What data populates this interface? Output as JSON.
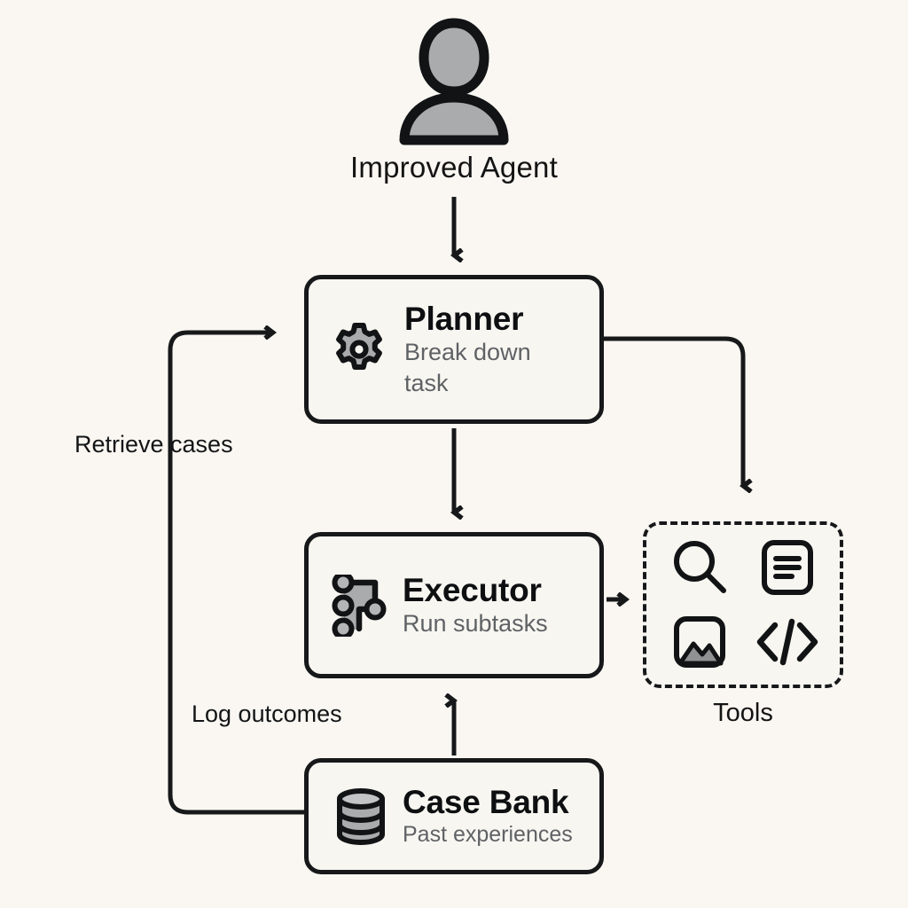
{
  "diagram": {
    "title": "Improved Agent",
    "background_color": "#faf7f2",
    "stroke_color": "#16181a",
    "icon_fill_color": "#a9abad",
    "subtitle_color": "#5f6265"
  },
  "agent": {
    "label": "Improved Agent",
    "icon": "person-icon"
  },
  "nodes": [
    {
      "id": "planner",
      "title": "Planner",
      "subtitle": "Break down task",
      "subtitle_line1": "Break down",
      "subtitle_line2": "task",
      "icon": "gear-icon"
    },
    {
      "id": "executor",
      "title": "Executor",
      "subtitle": "Run subtasks",
      "icon": "workflow-icon"
    },
    {
      "id": "case_bank",
      "title": "Case Bank",
      "subtitle": "Past experiences",
      "icon": "database-icon"
    }
  ],
  "tools": {
    "caption": "Tools",
    "items": [
      {
        "id": "search",
        "icon": "search-icon"
      },
      {
        "id": "document",
        "icon": "document-icon"
      },
      {
        "id": "image",
        "icon": "image-icon"
      },
      {
        "id": "code",
        "icon": "code-icon"
      }
    ]
  },
  "edges": [
    {
      "from": "agent",
      "to": "planner",
      "label": ""
    },
    {
      "from": "planner",
      "to": "executor",
      "label": ""
    },
    {
      "from": "planner",
      "to": "tools",
      "label": ""
    },
    {
      "from": "executor",
      "to": "tools",
      "label": ""
    },
    {
      "from": "case_bank",
      "to": "executor",
      "label": "Log outcomes"
    },
    {
      "from": "case_bank",
      "to": "planner",
      "label": "Retrieve cases"
    }
  ],
  "edge_labels": {
    "retrieve_cases": "Retrieve cases",
    "log_outcomes": "Log outcomes"
  }
}
